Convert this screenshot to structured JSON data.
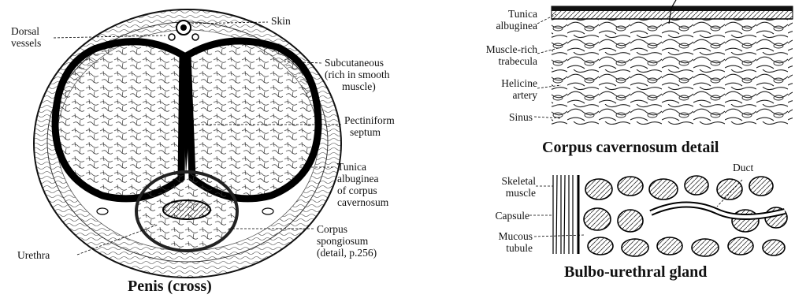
{
  "left_panel": {
    "title": "Penis (cross)",
    "labels": {
      "dorsal_vessels": [
        "Dorsal",
        "vessels"
      ],
      "skin": "Skin",
      "subcutaneous": [
        "Subcutaneous",
        "(rich in smooth",
        "muscle)"
      ],
      "pectiniform_septum": [
        "Pectiniform",
        "septum"
      ],
      "tunica_albuginea": [
        "Tunica",
        "albuginea",
        "of corpus",
        "cavernosum"
      ],
      "corpus_spongiosum": [
        "Corpus",
        "spongiosum",
        "(detail, p.256)"
      ],
      "urethra": "Urethra"
    }
  },
  "top_right_panel": {
    "title": "Corpus cavernosum detail",
    "labels": {
      "tunica_albuginea": [
        "Tunica",
        "albuginea"
      ],
      "muscle_rich_trabecula": [
        "Muscle-rich",
        "trabecula"
      ],
      "helicine_artery": [
        "Helicine",
        "artery"
      ],
      "sinus": "Sinus"
    }
  },
  "bottom_right_panel": {
    "title": "Bulbo-urethral gland",
    "labels": {
      "duct": "Duct",
      "skeletal_muscle": [
        "Skeletal",
        "muscle"
      ],
      "capsule": "Capsule",
      "mucous_tubule": [
        "Mucous",
        "tubule"
      ]
    }
  }
}
